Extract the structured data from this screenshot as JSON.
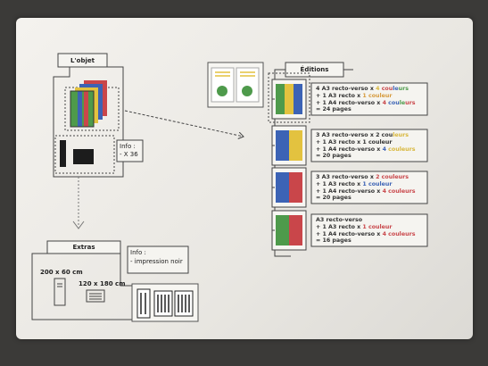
{
  "objet": {
    "title": "L'objet",
    "info_lines": [
      "Info :",
      "- X 36"
    ]
  },
  "extras": {
    "title": "Extras",
    "info_lines": [
      "Info :",
      "- impression noir"
    ],
    "dim_poster": "200 x 60 cm",
    "dim_banner": "120 x 180 cm"
  },
  "editions": {
    "title": "Éditions",
    "items": [
      {
        "colors": [
          "#4e9a4b",
          "#e3c23f",
          "#3c63b5"
        ],
        "lines": [
          [
            {
              "t": "4 A3 recto-verso x "
            },
            {
              "t": "4",
              "c": "c-yellow"
            },
            {
              "t": " "
            },
            {
              "t": "cou",
              "c": "c-red"
            },
            {
              "t": "le",
              "c": "c-blue"
            },
            {
              "t": "urs",
              "c": "c-green"
            }
          ],
          [
            {
              "t": "+ 1 A3 recto x "
            },
            {
              "t": "1 couleur",
              "c": "c-orange"
            }
          ],
          [
            {
              "t": "+ 1 A4 recto-verso x "
            },
            {
              "t": "4",
              "c": "c-red"
            },
            {
              "t": " "
            },
            {
              "t": "cou",
              "c": "c-blue"
            },
            {
              "t": "le",
              "c": "c-green"
            },
            {
              "t": "urs",
              "c": "c-red"
            }
          ],
          [
            {
              "t": "= 24 pages"
            }
          ]
        ]
      },
      {
        "colors": [
          "#3c63b5",
          "#e3c23f"
        ],
        "lines": [
          [
            {
              "t": "3 A3 recto-verso x 2 cou"
            },
            {
              "t": "leurs",
              "c": "c-yellow"
            }
          ],
          [
            {
              "t": "+ 1 A3 recto x 1 couleur"
            }
          ],
          [
            {
              "t": "+ 1 A4 recto-verso x "
            },
            {
              "t": "4",
              "c": "c-blue"
            },
            {
              "t": " "
            },
            {
              "t": "couleurs",
              "c": "c-yellow"
            }
          ],
          [
            {
              "t": "= 20 pages"
            }
          ]
        ]
      },
      {
        "colors": [
          "#3c63b5",
          "#c9464a"
        ],
        "lines": [
          [
            {
              "t": "3 A3 recto-verso x "
            },
            {
              "t": "2 couleurs",
              "c": "c-red"
            }
          ],
          [
            {
              "t": "+ 1 A3 recto x "
            },
            {
              "t": "1 couleur",
              "c": "c-blue"
            }
          ],
          [
            {
              "t": "+ 1 A4 recto-verso x "
            },
            {
              "t": "4 couleurs",
              "c": "c-red"
            }
          ],
          [
            {
              "t": "= 20 pages"
            }
          ]
        ]
      },
      {
        "colors": [
          "#4e9a4b",
          "#c9464a"
        ],
        "lines": [
          [
            {
              "t": "A3 recto-verso"
            }
          ],
          [
            {
              "t": "+ 1 A3 recto x "
            },
            {
              "t": "1 couleur",
              "c": "c-red"
            }
          ],
          [
            {
              "t": "+ 1 A4 recto-verso x "
            },
            {
              "t": "4 couleurs",
              "c": "c-red"
            }
          ],
          [
            {
              "t": "= 16 pages"
            }
          ]
        ]
      }
    ]
  }
}
